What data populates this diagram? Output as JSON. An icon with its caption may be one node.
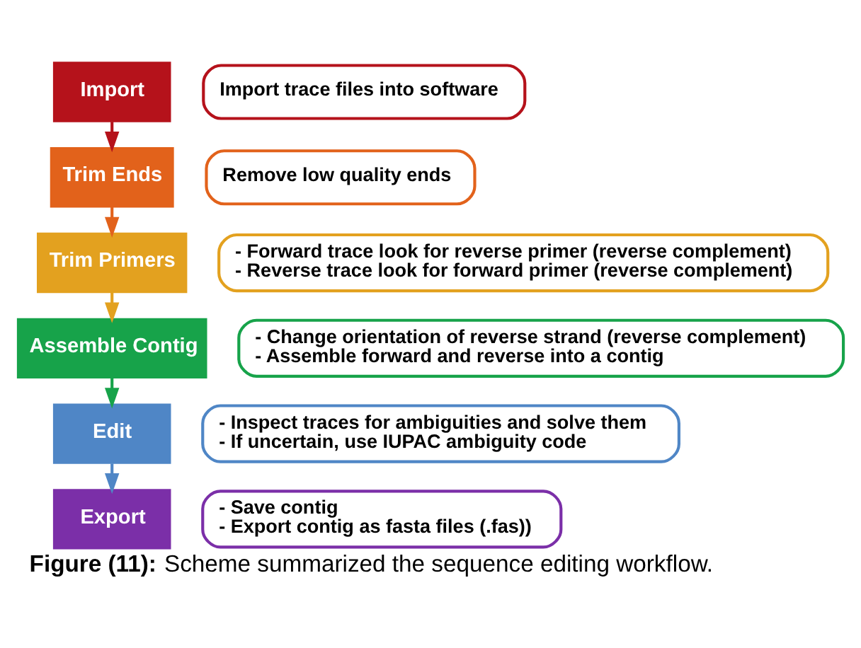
{
  "diagram": {
    "caption": "**Figure (11):** Scheme summarized the sequence editing workflow.",
    "nodes": [
      {
        "text": [
          "Import"
        ]
      },
      {
        "text": [
          "Import trace files into software"
        ]
      },
      {
        "text": [
          "Trim Ends"
        ]
      },
      {
        "text": [
          "Remove low quality ends"
        ]
      },
      {
        "text": [
          "Trim Primers"
        ]
      },
      {
        "text": [
          "- Forward trace look for reverse primer (reverse complement)",
          "- Reverse trace look for forward primer (reverse complement)"
        ]
      },
      {
        "text": [
          "Assemble Contig"
        ]
      },
      {
        "text": [
          "- Change orientation of reverse strand (reverse complement)",
          "- Assemble forward and reverse into a contig"
        ]
      },
      {
        "text": [
          "Edit"
        ]
      },
      {
        "text": [
          "- Inspect traces for ambiguities and solve them",
          "- If uncertain, use IUPAC ambiguity code"
        ]
      },
      {
        "text": [
          "Export"
        ]
      },
      {
        "text": [
          "- Save contig",
          "- Export contig as fasta files (.fas))"
        ]
      }
    ],
    "edges": [
      {
        "from": 0,
        "to": 2,
        "arrow": "to",
        "color": "#b5121b"
      },
      {
        "from": 2,
        "to": 4,
        "arrow": "to",
        "color": "#e2621b"
      },
      {
        "from": 4,
        "to": 6,
        "arrow": "to",
        "color": "#e3a11f"
      },
      {
        "from": 6,
        "to": 8,
        "arrow": "to",
        "color": "#17a34a"
      },
      {
        "from": 8,
        "to": 10,
        "arrow": "to",
        "color": "#4f86c6"
      }
    ]
  }
}
